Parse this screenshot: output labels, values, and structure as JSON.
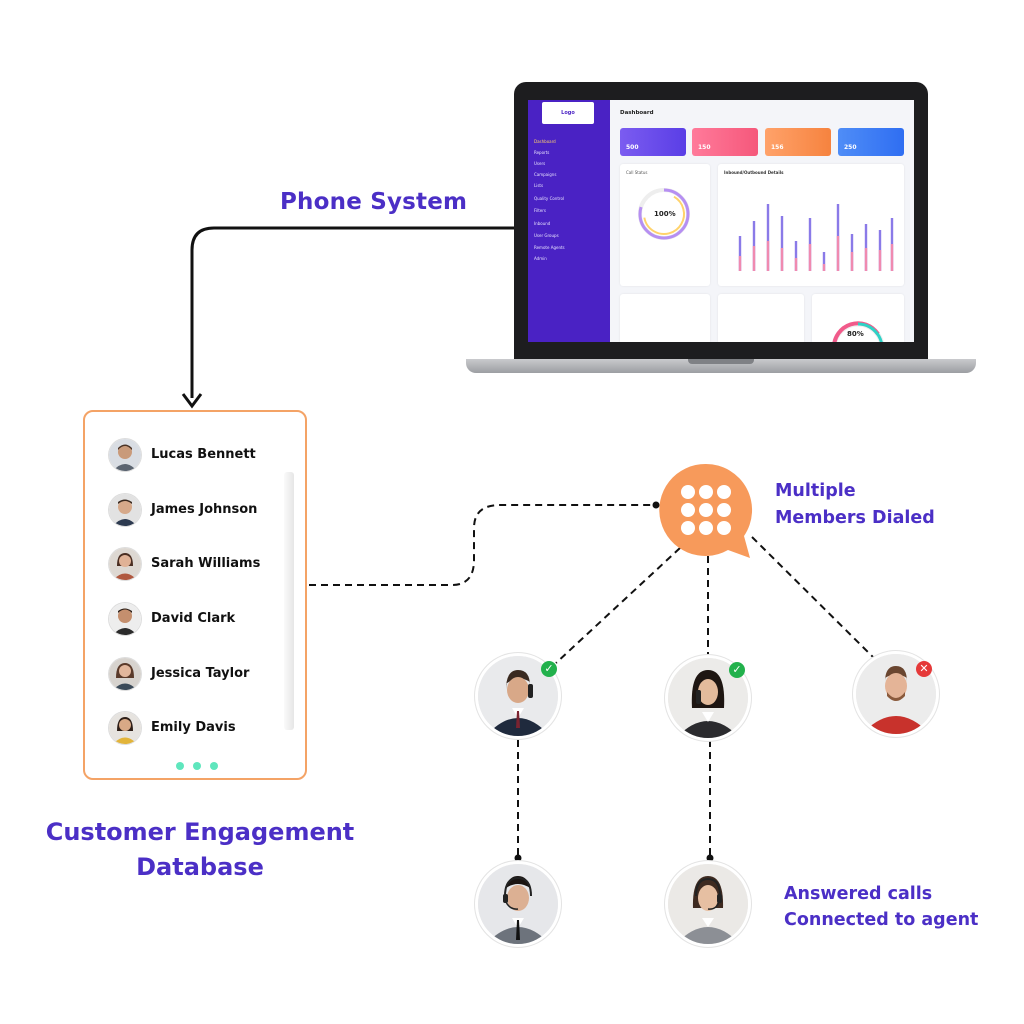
{
  "labels": {
    "phone_system": "Phone System",
    "multiple_members_line1": "Multiple",
    "multiple_members_line2": "Members Dialed",
    "database_line1": "Customer Engagement",
    "database_line2": "Database",
    "answered_line1": "Answered calls",
    "answered_line2": "Connected to agent"
  },
  "colors": {
    "accent_purple": "#4b2fc6",
    "dialer_orange": "#f79a5b",
    "card_border": "#f4a366",
    "dots": "#5fe6bd",
    "success": "#22b14c",
    "fail": "#e53939"
  },
  "contacts": [
    {
      "name": "Lucas Bennett"
    },
    {
      "name": "James Johnson"
    },
    {
      "name": "Sarah Williams"
    },
    {
      "name": "David Clark"
    },
    {
      "name": "Jessica Taylor"
    },
    {
      "name": "Emily Davis"
    }
  ],
  "dashboard": {
    "title": "Dashboard",
    "logo": "Logo",
    "menu": [
      "Dashboard",
      "Reports",
      "Users",
      "Campaigns",
      "Lists",
      "Quality Control",
      "Filters",
      "Inbound",
      "User Groups",
      "Remote Agents",
      "Admin"
    ],
    "stats": [
      "500",
      "150",
      "156",
      "250"
    ],
    "call_status_title": "Call Status",
    "call_status_value": "100%",
    "chart_title": "Inbound/Outbound Details",
    "performance_value": "80%"
  },
  "dialer": {
    "icon": "keypad-icon"
  },
  "agents": [
    {
      "name": "agent-businessman-on-phone",
      "status": "answered"
    },
    {
      "name": "agent-businesswoman-on-phone",
      "status": "answered"
    },
    {
      "name": "agent-man-red-shirt",
      "status": "unanswered"
    },
    {
      "name": "agent-man-headset",
      "status": "connected"
    },
    {
      "name": "agent-woman-headset",
      "status": "connected"
    }
  ]
}
